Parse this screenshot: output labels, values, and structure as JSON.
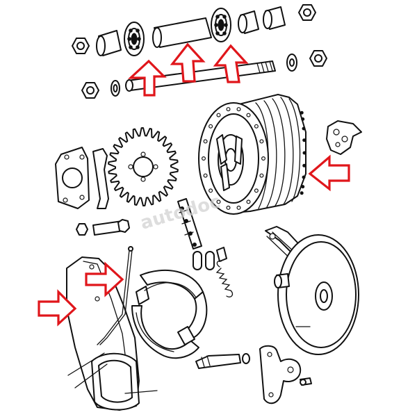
{
  "diagram": {
    "watermark": "autodoc",
    "colors": {
      "ink": "#111111",
      "paper": "#ffffff",
      "callout": "#e0161b",
      "watermark": "#d0d0d0"
    },
    "callouts": [
      {
        "name": "callout-arrow-bearing-left",
        "icon": "arrow-up-icon"
      },
      {
        "name": "callout-arrow-spacer-tube",
        "icon": "arrow-up-icon"
      },
      {
        "name": "callout-arrow-bearing-right",
        "icon": "arrow-up-icon"
      },
      {
        "name": "callout-arrow-hub",
        "icon": "arrow-left-icon"
      },
      {
        "name": "callout-arrow-brake-rod",
        "icon": "arrow-right-icon"
      },
      {
        "name": "callout-arrow-chain-guard",
        "icon": "arrow-right-icon"
      }
    ]
  }
}
